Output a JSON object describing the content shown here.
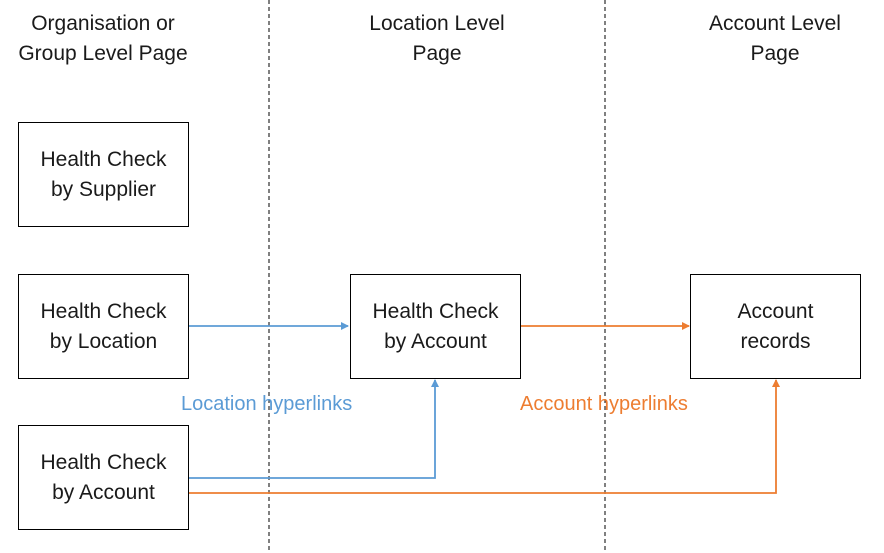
{
  "columns": {
    "org": {
      "line1": "Organisation or",
      "line2": "Group Level Page"
    },
    "location": {
      "line1": "Location Level",
      "line2": "Page"
    },
    "account": {
      "line1": "Account Level",
      "line2": "Page"
    }
  },
  "boxes": {
    "org_supplier": {
      "line1": "Health Check",
      "line2": "by Supplier"
    },
    "org_location": {
      "line1": "Health Check",
      "line2": "by Location"
    },
    "org_account": {
      "line1": "Health Check",
      "line2": "by Account"
    },
    "loc_account": {
      "line1": "Health Check",
      "line2": "by Account"
    },
    "account_records": {
      "line1": "Account",
      "line2": "records"
    }
  },
  "labels": {
    "location_hyperlinks": "Location hyperlinks",
    "account_hyperlinks": "Account hyperlinks"
  },
  "colors": {
    "location_link": "#5b9bd5",
    "account_link": "#ed7d31",
    "divider": "#000000",
    "box_border": "#000000"
  }
}
